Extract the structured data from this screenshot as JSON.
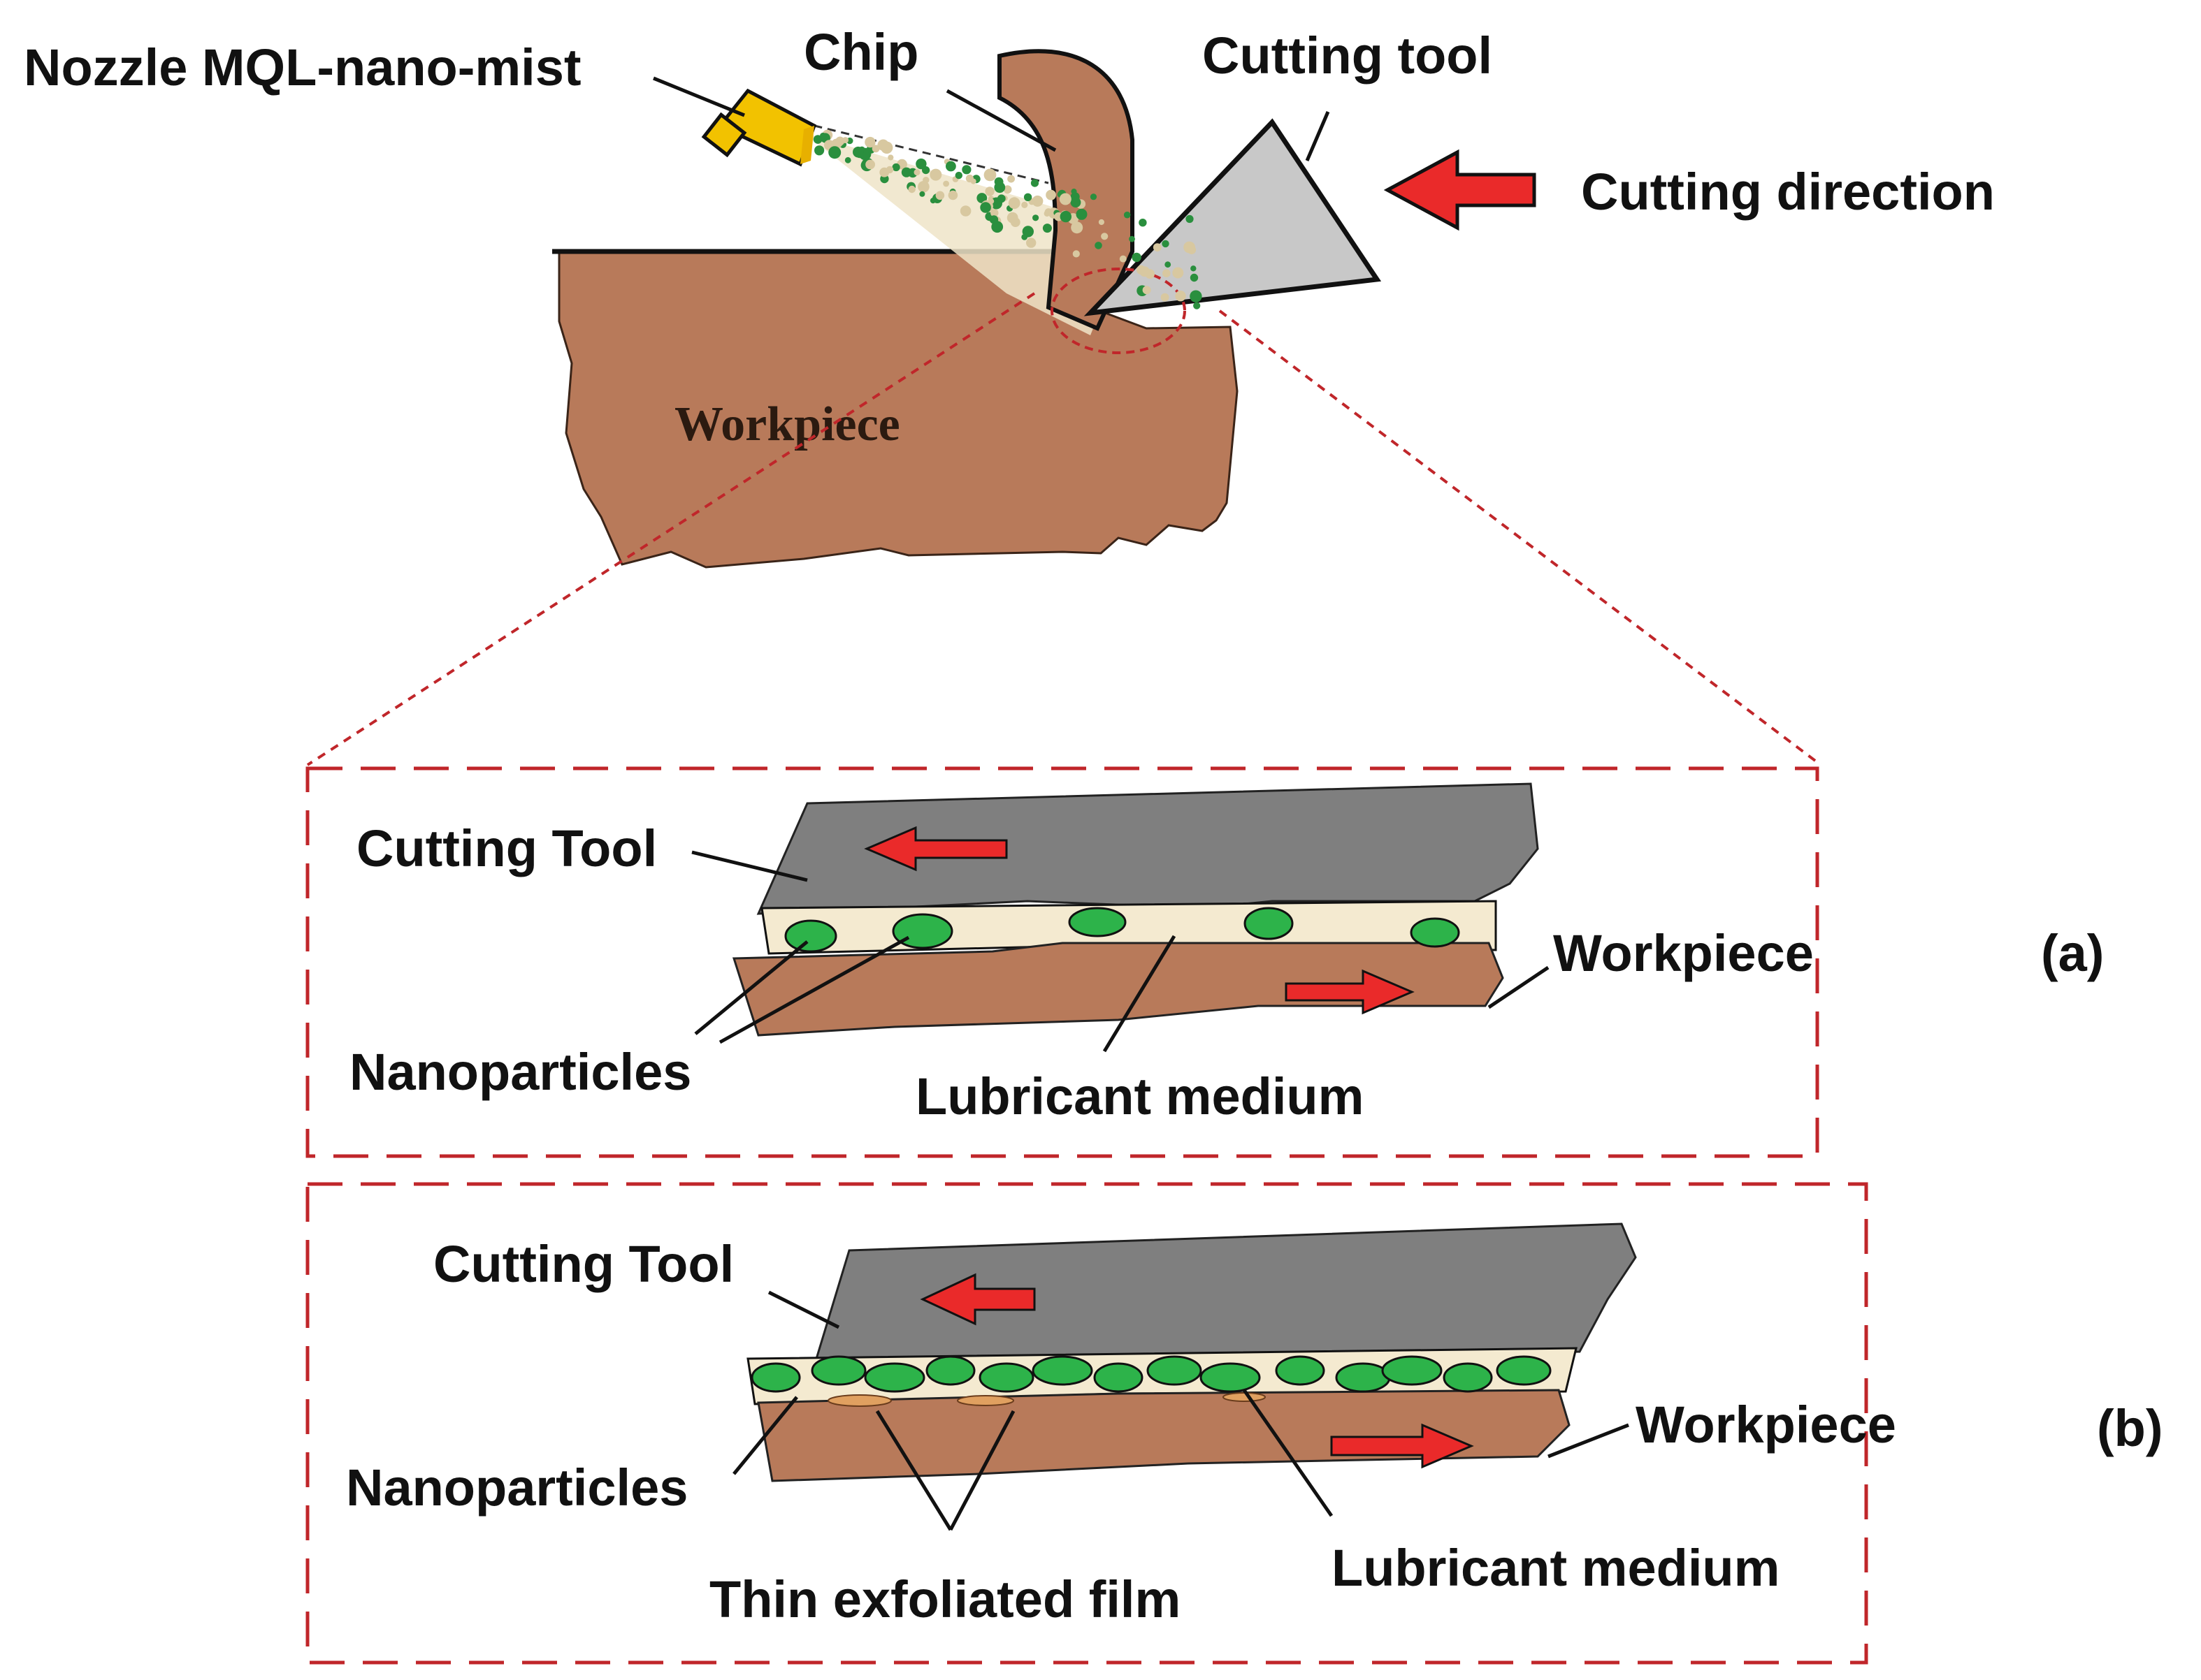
{
  "top": {
    "nozzle_label": "Nozzle MQL-nano-mist",
    "chip_label": "Chip",
    "tool_label": "Cutting tool",
    "direction_label": "Cutting direction",
    "workpiece_label": "Workpiece"
  },
  "panel_a": {
    "tool_label": "Cutting Tool",
    "workpiece_label": "Workpiece",
    "nanoparticles_label": "Nanoparticles",
    "lubricant_label": "Lubricant medium",
    "tag": "(a)"
  },
  "panel_b": {
    "tool_label": "Cutting Tool",
    "workpiece_label": "Workpiece",
    "nanoparticles_label": "Nanoparticles",
    "film_label": "Thin exfoliated film",
    "lubricant_label": "Lubricant medium",
    "tag": "(b)"
  },
  "colors": {
    "workpiece": "#b87a5a",
    "tool_top": "#c8c8c8",
    "tool_panel": "#7f7f7f",
    "particle": "#2db34a",
    "lubricant": "#f4ead0",
    "arrow": "#ea2a2a",
    "nozzle": "#f2c200",
    "dashed_frame": "#c0262a"
  }
}
